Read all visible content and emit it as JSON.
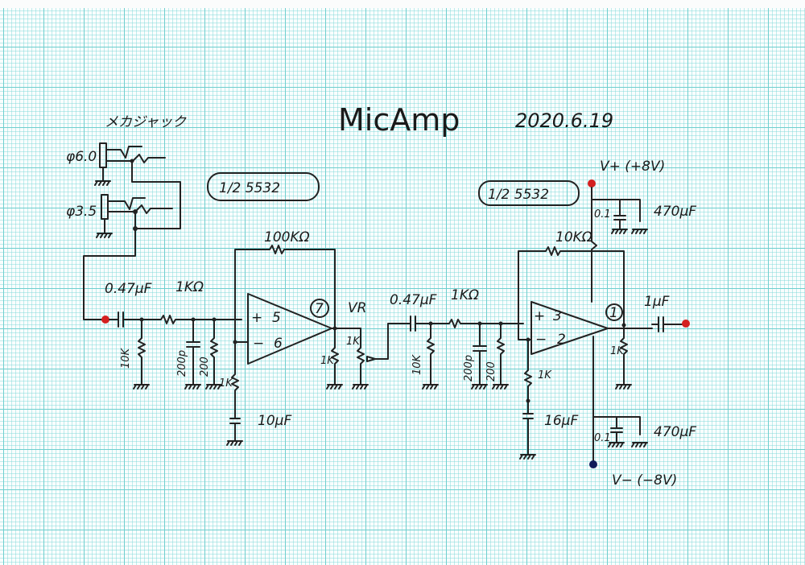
{
  "title": "MicAmp",
  "date": "2020.6.19",
  "jack_label": "メカジャック",
  "jack_sizes": [
    "φ6.0",
    "φ3.5"
  ],
  "opamp_label": "1/2 5532",
  "stage1": {
    "input_cap": "0.47μF",
    "input_res": "1KΩ",
    "shunt_res": "10K",
    "caps": [
      "200p",
      "200"
    ],
    "feedback_res": "100KΩ",
    "gain_res": "1K",
    "gain_cap": "10μF",
    "pins": {
      "plus": "+",
      "plus_pin": "5",
      "minus": "−",
      "minus_pin": "6",
      "out_pin": "7"
    },
    "load_res": "1K",
    "vr_label": "VR",
    "vr_res": "1K"
  },
  "stage2": {
    "input_cap": "0.47μF",
    "input_res": "1KΩ",
    "shunt_res": "10K",
    "caps": [
      "200p",
      "200"
    ],
    "feedback_res": "10KΩ",
    "gain_res": "1K",
    "gain_cap": "16μF",
    "pins": {
      "plus": "+",
      "plus_pin": "3",
      "minus": "−",
      "minus_pin": "2",
      "out_pin": "1"
    },
    "load_res": "1K",
    "output_cap": "1μF"
  },
  "power": {
    "vplus": "V+ (+8V)",
    "vminus": "V− (−8V)",
    "bypass_small": "0.1",
    "bypass_large": "470μF"
  },
  "colors": {
    "input_dot": "#d42020",
    "vplus_dot": "#d42020",
    "vminus_dot": "#101a5a",
    "ink": "#222222",
    "grid": "#6fcfcf"
  }
}
